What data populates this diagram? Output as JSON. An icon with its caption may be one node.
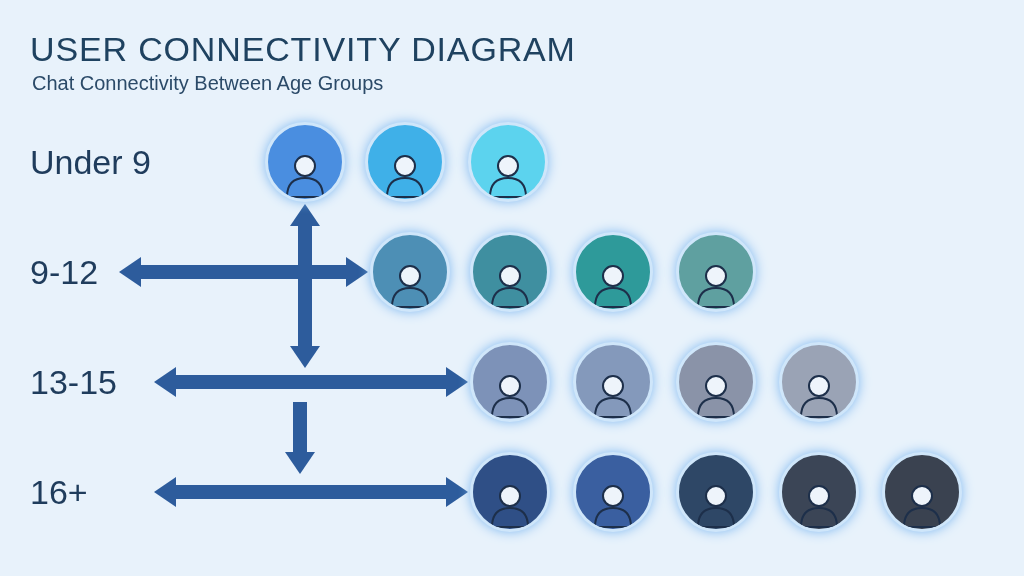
{
  "diagram": {
    "title": "USER CONNECTIVITY DIAGRAM",
    "nodes": [
      {
        "text": [
          "Under 9"
        ]
      },
      {
        "text": [],
        "shape": "person"
      },
      {
        "text": [],
        "shape": "person"
      },
      {
        "text": [],
        "shape": "person"
      },
      {
        "text": [
          "9-12"
        ]
      },
      {
        "text": [],
        "shape": "person"
      },
      {
        "text": [],
        "shape": "person"
      },
      {
        "text": [],
        "shape": "person"
      },
      {
        "text": [],
        "shape": "person"
      },
      {
        "text": [
          "13-15"
        ]
      },
      {
        "text": [],
        "shape": "person"
      },
      {
        "text": [],
        "shape": "person"
      },
      {
        "text": [],
        "shape": "person"
      },
      {
        "text": [],
        "shape": "person"
      },
      {
        "text": [
          "16+"
        ]
      },
      {
        "text": [],
        "shape": "person"
      },
      {
        "text": [],
        "shape": "person"
      },
      {
        "text": [],
        "shape": "person"
      },
      {
        "text": [],
        "shape": "person"
      },
      {
        "text": [],
        "shape": "person"
      }
    ],
    "edges": [
      {
        "from": null,
        "to": 1,
        "arrow": "both"
      },
      {
        "from": 4,
        "to": 5,
        "arrow": "both"
      },
      {
        "from": 9,
        "to": 10,
        "arrow": "both"
      },
      {
        "from": 14,
        "to": 15,
        "arrow": "both"
      }
    ],
    "labels": [
      "Chat Connectivity Between Age Groups"
    ]
  }
}
